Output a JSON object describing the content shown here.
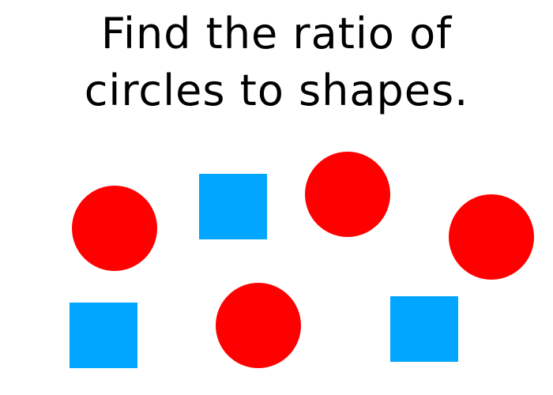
{
  "question": {
    "line1": "Find the ratio of",
    "line2": "circles to shapes."
  },
  "colors": {
    "circle": "#ff0000",
    "square": "#00a6ff"
  },
  "shapes": {
    "circle_count": 4,
    "square_count": 3
  }
}
